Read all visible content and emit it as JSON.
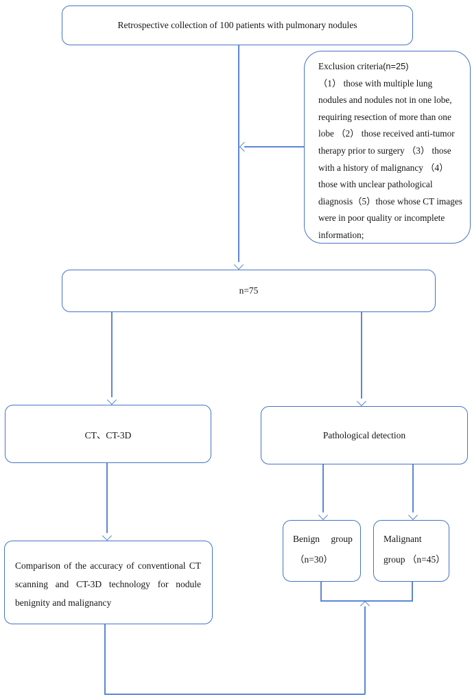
{
  "colors": {
    "border": "#4472C4",
    "line": "#5C85D6",
    "text": "#141414"
  },
  "boxes": {
    "top": {
      "label": "Retrospective collection of 100 patients with pulmonary nodules"
    },
    "exclusion": {
      "title_serif": "Exclusion criteria",
      "title_sans": "(n=25)",
      "lines": [
        "（1） those with multiple lung",
        "nodules and nodules not in one lobe,",
        "requiring resection of more than one",
        "lobe （2） those received anti-tumor",
        "therapy prior to surgery （3）  those",
        "with a history of malignancy  （4）",
        "those with unclear pathological",
        "diagnosis（5）those whose CT images",
        "were in poor quality or incomplete",
        "information;"
      ]
    },
    "n75": {
      "label": "n=75"
    },
    "ct": {
      "label": "CT、CT-3D"
    },
    "pathological": {
      "label": "Pathological detection"
    },
    "comparison": {
      "label": "Comparison of the accuracy of conventional CT scanning and CT-3D technology for nodule benignity and malignancy"
    },
    "benign": {
      "line1": "Benign group",
      "line2": "（n=30）"
    },
    "malignant": {
      "line1": "Malignant",
      "line2": "group （n=45）"
    }
  }
}
